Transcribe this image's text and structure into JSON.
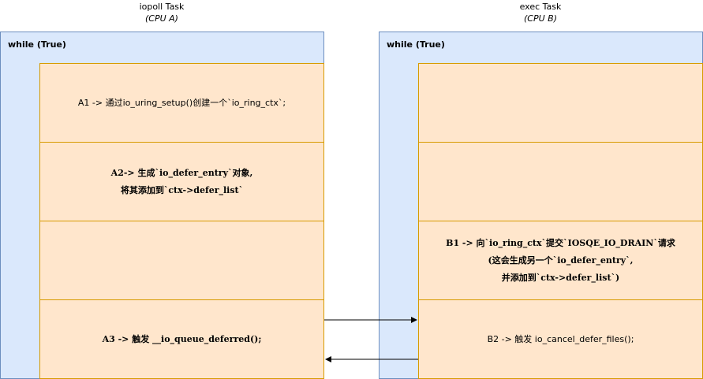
{
  "task_a": {
    "title": "iopoll Task",
    "cpu": "(CPU A)",
    "loop_label": "while (True)",
    "steps": [
      {
        "lines": [
          "A1 -> 通过io_uring_setup()创建一个`io_ring_ctx`;"
        ]
      },
      {
        "lines": [
          "A2-> 生成`io_defer_entry`对象,",
          "将其添加到`ctx->defer_list`"
        ]
      },
      {
        "lines": []
      },
      {
        "lines": [
          "A3 -> 触发 __io_queue_deferred();"
        ]
      }
    ]
  },
  "task_b": {
    "title": "exec Task",
    "cpu": "(CPU B)",
    "loop_label": "while (True)",
    "steps": [
      {
        "lines": []
      },
      {
        "lines": []
      },
      {
        "lines": [
          "B1 -> 向`io_ring_ctx`提交`IOSQE_IO_DRAIN`请求",
          "(这会生成另一个`io_defer_entry`,",
          "并添加到`ctx->defer_list`)"
        ]
      },
      {
        "lines": [
          "B2 -> 触发 io_cancel_defer_files();"
        ]
      }
    ]
  },
  "colors": {
    "loop_fill": "#dae8fc",
    "loop_border": "#6c8ebf",
    "step_fill": "#ffe6cc",
    "step_border": "#d79b00"
  }
}
